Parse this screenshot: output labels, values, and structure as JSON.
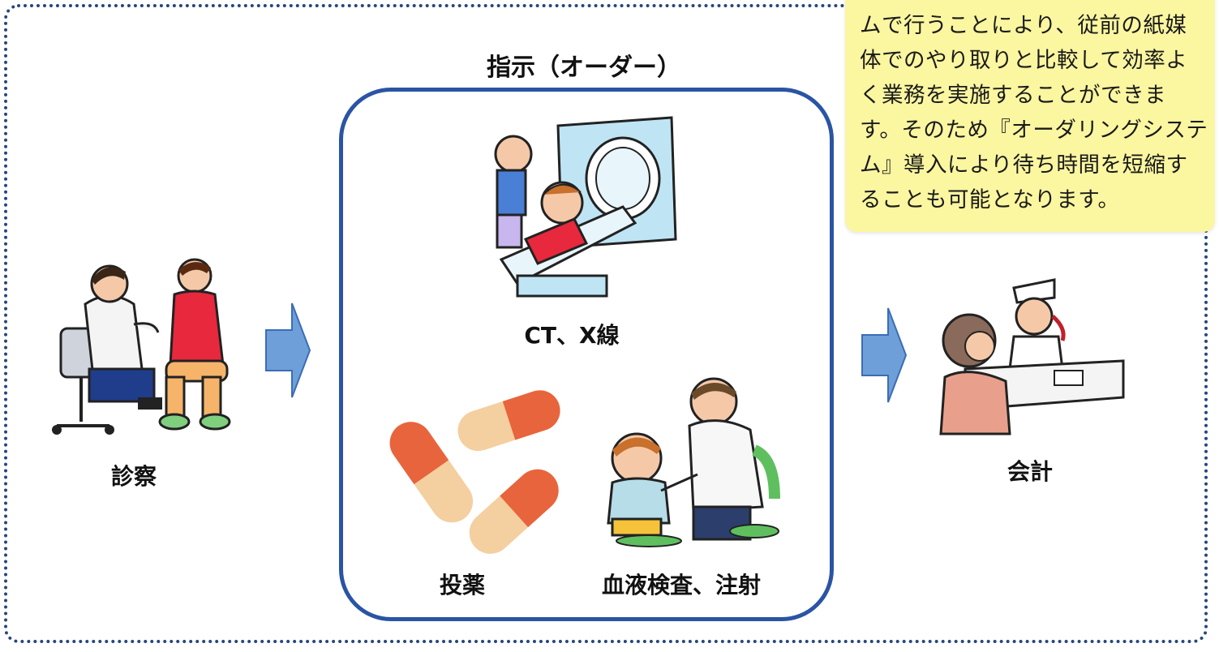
{
  "order_box": {
    "title": "指示（オーダー）",
    "ct_label": "CT、X線",
    "medication_label": "投薬",
    "blood_label": "血液検査、注射"
  },
  "examination_label": "診察",
  "payment_label": "会計",
  "note": {
    "lines": [
      "ムで行うことにより、従前の紙媒",
      "体でのやり取りと比較して効率よ",
      "く業務を実施することができま",
      "す。そのため『オーダリングシステ",
      "ム』導入により待ち時間を短縮す",
      "ることも可能となります。"
    ]
  },
  "colors": {
    "frame": "#27457e",
    "order_border": "#2a54a4",
    "arrow_fill": "#6f9fd8",
    "note_bg": "#fbf6a0",
    "pill_orange": "#e8643c",
    "pill_cream": "#f4cfa0"
  }
}
